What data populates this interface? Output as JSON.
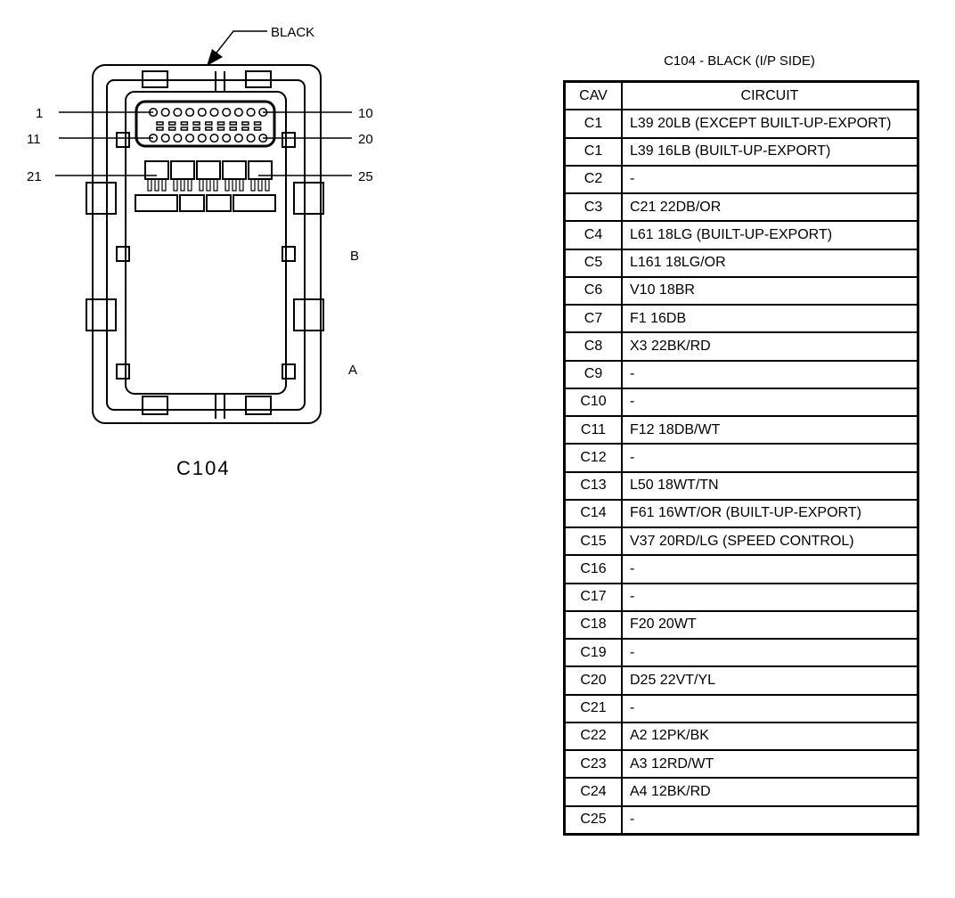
{
  "connector": {
    "color_label": "BLACK",
    "caption": "C104",
    "pin_labels": {
      "p1": "1",
      "p10": "10",
      "p11": "11",
      "p20": "20",
      "p21": "21",
      "p25": "25"
    },
    "side_b": "B",
    "side_a": "A"
  },
  "table": {
    "title": "C104 - BLACK (I/P SIDE)",
    "headers": {
      "cav": "CAV",
      "circuit": "CIRCUIT"
    },
    "rows": [
      {
        "cav": "C1",
        "circuit": "L39 20LB (EXCEPT BUILT-UP-EXPORT)"
      },
      {
        "cav": "C1",
        "circuit": "L39 16LB (BUILT-UP-EXPORT)"
      },
      {
        "cav": "C2",
        "circuit": "-"
      },
      {
        "cav": "C3",
        "circuit": "C21 22DB/OR"
      },
      {
        "cav": "C4",
        "circuit": "L61 18LG (BUILT-UP-EXPORT)"
      },
      {
        "cav": "C5",
        "circuit": "L161 18LG/OR"
      },
      {
        "cav": "C6",
        "circuit": "V10 18BR"
      },
      {
        "cav": "C7",
        "circuit": "F1 16DB"
      },
      {
        "cav": "C8",
        "circuit": "X3 22BK/RD"
      },
      {
        "cav": "C9",
        "circuit": "-"
      },
      {
        "cav": "C10",
        "circuit": "-"
      },
      {
        "cav": "C11",
        "circuit": "F12 18DB/WT"
      },
      {
        "cav": "C12",
        "circuit": "-"
      },
      {
        "cav": "C13",
        "circuit": "L50 18WT/TN"
      },
      {
        "cav": "C14",
        "circuit": "F61 16WT/OR (BUILT-UP-EXPORT)"
      },
      {
        "cav": "C15",
        "circuit": "V37 20RD/LG (SPEED CONTROL)"
      },
      {
        "cav": "C16",
        "circuit": "-"
      },
      {
        "cav": "C17",
        "circuit": "-"
      },
      {
        "cav": "C18",
        "circuit": "F20 20WT"
      },
      {
        "cav": "C19",
        "circuit": "-"
      },
      {
        "cav": "C20",
        "circuit": "D25 22VT/YL"
      },
      {
        "cav": "C21",
        "circuit": "-"
      },
      {
        "cav": "C22",
        "circuit": "A2 12PK/BK"
      },
      {
        "cav": "C23",
        "circuit": "A3 12RD/WT"
      },
      {
        "cav": "C24",
        "circuit": "A4 12BK/RD"
      },
      {
        "cav": "C25",
        "circuit": "-"
      }
    ]
  }
}
